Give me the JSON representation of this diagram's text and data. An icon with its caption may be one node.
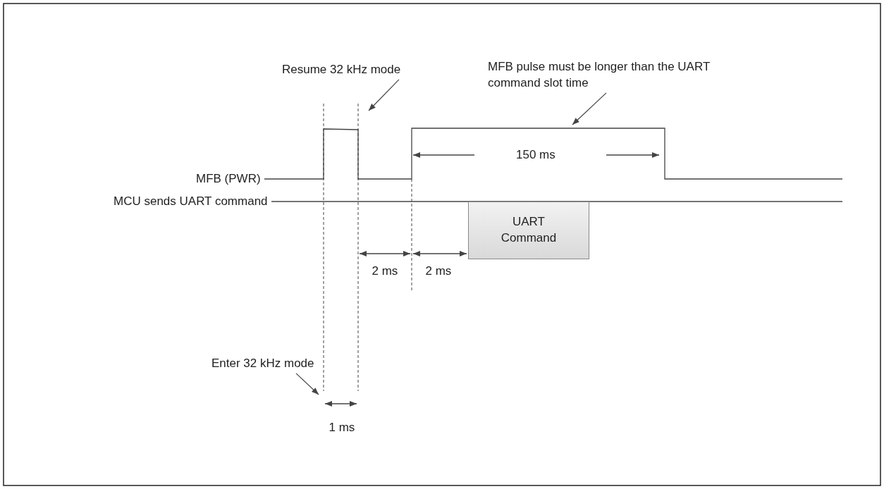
{
  "diagram": {
    "nodes": [
      {
        "text": [
          "UART Command"
        ]
      },
      {
        "text": [
          "Resume 32 kHz mode"
        ]
      },
      {
        "text": [
          "MFB pulse must be longer than the UART command slot time"
        ]
      },
      {
        "text": [
          "Enter 32 kHz mode"
        ]
      }
    ],
    "edges": [
      {
        "from": 1,
        "to": null,
        "arrow": "to"
      },
      {
        "from": 2,
        "to": null,
        "arrow": "to"
      },
      {
        "from": 3,
        "to": null,
        "arrow": "to"
      }
    ],
    "labels": [
      "MFB (PWR)",
      "MCU sends UART command",
      "150 ms",
      "2 ms",
      "2 ms",
      "1 ms"
    ]
  }
}
